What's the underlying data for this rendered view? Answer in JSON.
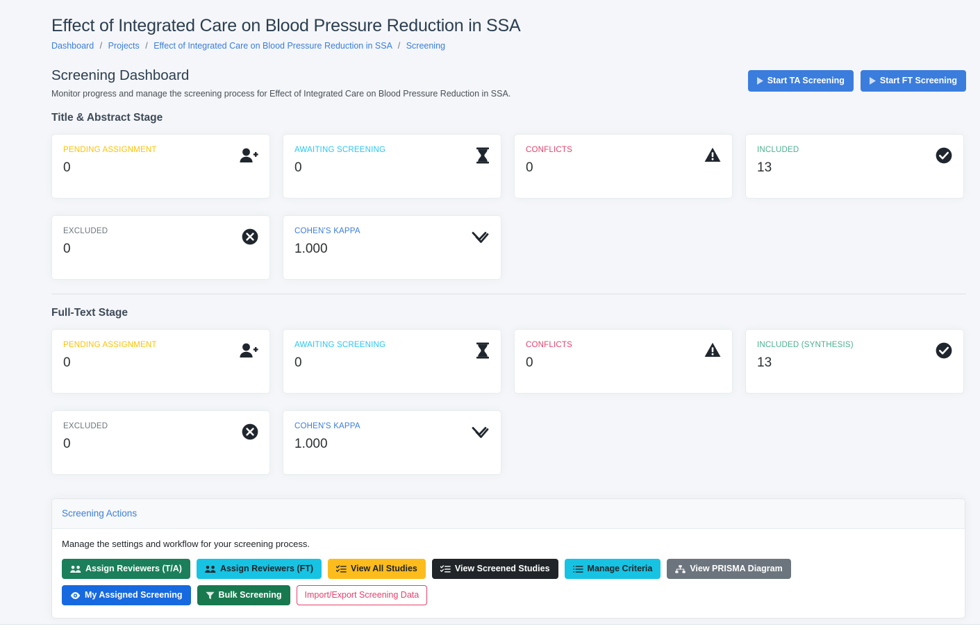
{
  "header": {
    "project_title": "Effect of Integrated Care on Blood Pressure Reduction in SSA",
    "breadcrumb": [
      {
        "label": "Dashboard"
      },
      {
        "label": "Projects"
      },
      {
        "label": "Effect of Integrated Care on Blood Pressure Reduction in SSA"
      },
      {
        "label": "Screening"
      }
    ],
    "breadcrumb_separator": "/",
    "page_title": "Screening Dashboard",
    "subtitle": "Monitor progress and manage the screening process for Effect of Integrated Care on Blood Pressure Reduction in SSA.",
    "actions": [
      {
        "label": "Start TA Screening",
        "icon": "play-icon",
        "color": "#3b7ddd"
      },
      {
        "label": "Start FT Screening",
        "icon": "play-icon",
        "color": "#3b7ddd"
      }
    ]
  },
  "ta_stage": {
    "title": "Title & Abstract Stage",
    "cards": [
      {
        "label": "PENDING ASSIGNMENT",
        "value": "0",
        "icon": "user-plus-icon",
        "color": "#ffc107"
      },
      {
        "label": "AWAITING SCREENING",
        "value": "0",
        "icon": "hourglass-icon",
        "color": "#29c5f6"
      },
      {
        "label": "CONFLICTS",
        "value": "0",
        "icon": "warning-triangle-icon",
        "color": "#e7416a"
      },
      {
        "label": "INCLUDED",
        "value": "13",
        "icon": "check-circle-icon",
        "color": "#4caf8f"
      },
      {
        "label": "EXCLUDED",
        "value": "0",
        "icon": "times-circle-icon",
        "color": "#6c757d"
      },
      {
        "label": "COHEN'S KAPPA",
        "value": "1.000",
        "icon": "double-check-icon",
        "color": "#3b7ddd"
      }
    ]
  },
  "ft_stage": {
    "title": "Full-Text Stage",
    "cards": [
      {
        "label": "PENDING ASSIGNMENT",
        "value": "0",
        "icon": "user-plus-icon",
        "color": "#ffc107"
      },
      {
        "label": "AWAITING SCREENING",
        "value": "0",
        "icon": "hourglass-icon",
        "color": "#29c5f6"
      },
      {
        "label": "CONFLICTS",
        "value": "0",
        "icon": "warning-triangle-icon",
        "color": "#e7416a"
      },
      {
        "label": "INCLUDED (SYNTHESIS)",
        "value": "13",
        "icon": "check-circle-icon",
        "color": "#4caf8f"
      },
      {
        "label": "EXCLUDED",
        "value": "0",
        "icon": "times-circle-icon",
        "color": "#6c757d"
      },
      {
        "label": "COHEN'S KAPPA",
        "value": "1.000",
        "icon": "double-check-icon",
        "color": "#3b7ddd"
      }
    ]
  },
  "actions_panel": {
    "title": "Screening Actions",
    "description": "Manage the settings and workflow for your screening process.",
    "row1": [
      {
        "label": "Assign Reviewers (T/A)",
        "icon": "users-icon",
        "color": "#1a7f5a"
      },
      {
        "label": "Assign Reviewers (FT)",
        "icon": "users-icon",
        "color": "#17c3e3"
      },
      {
        "label": "View All Studies",
        "icon": "list-check-icon",
        "color": "#fcbc1c"
      },
      {
        "label": "View Screened Studies",
        "icon": "tasks-icon",
        "color": "#212529"
      },
      {
        "label": "Manage Criteria",
        "icon": "list-icon",
        "color": "#17c3e3"
      },
      {
        "label": "View PRISMA Diagram",
        "icon": "sitemap-icon",
        "color": "#6c757d"
      }
    ],
    "row2": [
      {
        "label": "My Assigned Screening",
        "icon": "eye-icon",
        "color": "#1769e0"
      },
      {
        "label": "Bulk Screening",
        "icon": "filter-icon",
        "color": "#18794e"
      },
      {
        "label": "Import/Export Screening Data",
        "icon": "none",
        "color": "#e7416a"
      }
    ]
  }
}
